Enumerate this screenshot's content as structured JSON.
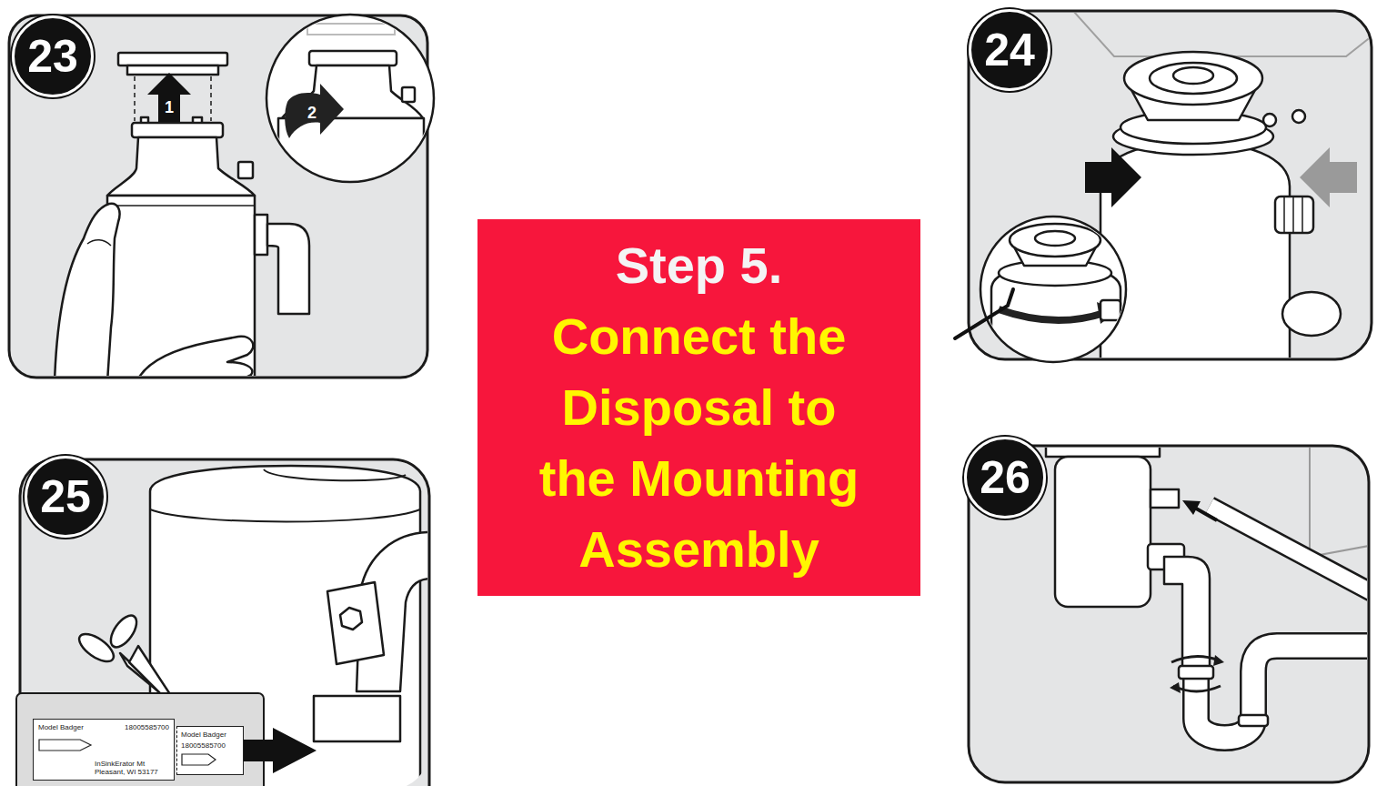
{
  "diagram": {
    "nodes": [
      {
        "text": [
          "23"
        ]
      },
      {
        "text": [
          "Step 5.",
          "Connect the Disposal to the Mounting Assembly"
        ]
      },
      {
        "text": [
          "24"
        ]
      },
      {
        "text": [
          "25"
        ]
      },
      {
        "text": [
          "Model Badger",
          "18005585700",
          "InSinkErator Mt Pleasant, WI 53177"
        ]
      },
      {
        "text": [
          "Model Badger",
          "18005585700"
        ]
      },
      {
        "text": [
          "26"
        ]
      }
    ],
    "labels": [
      "1",
      "2"
    ]
  }
}
